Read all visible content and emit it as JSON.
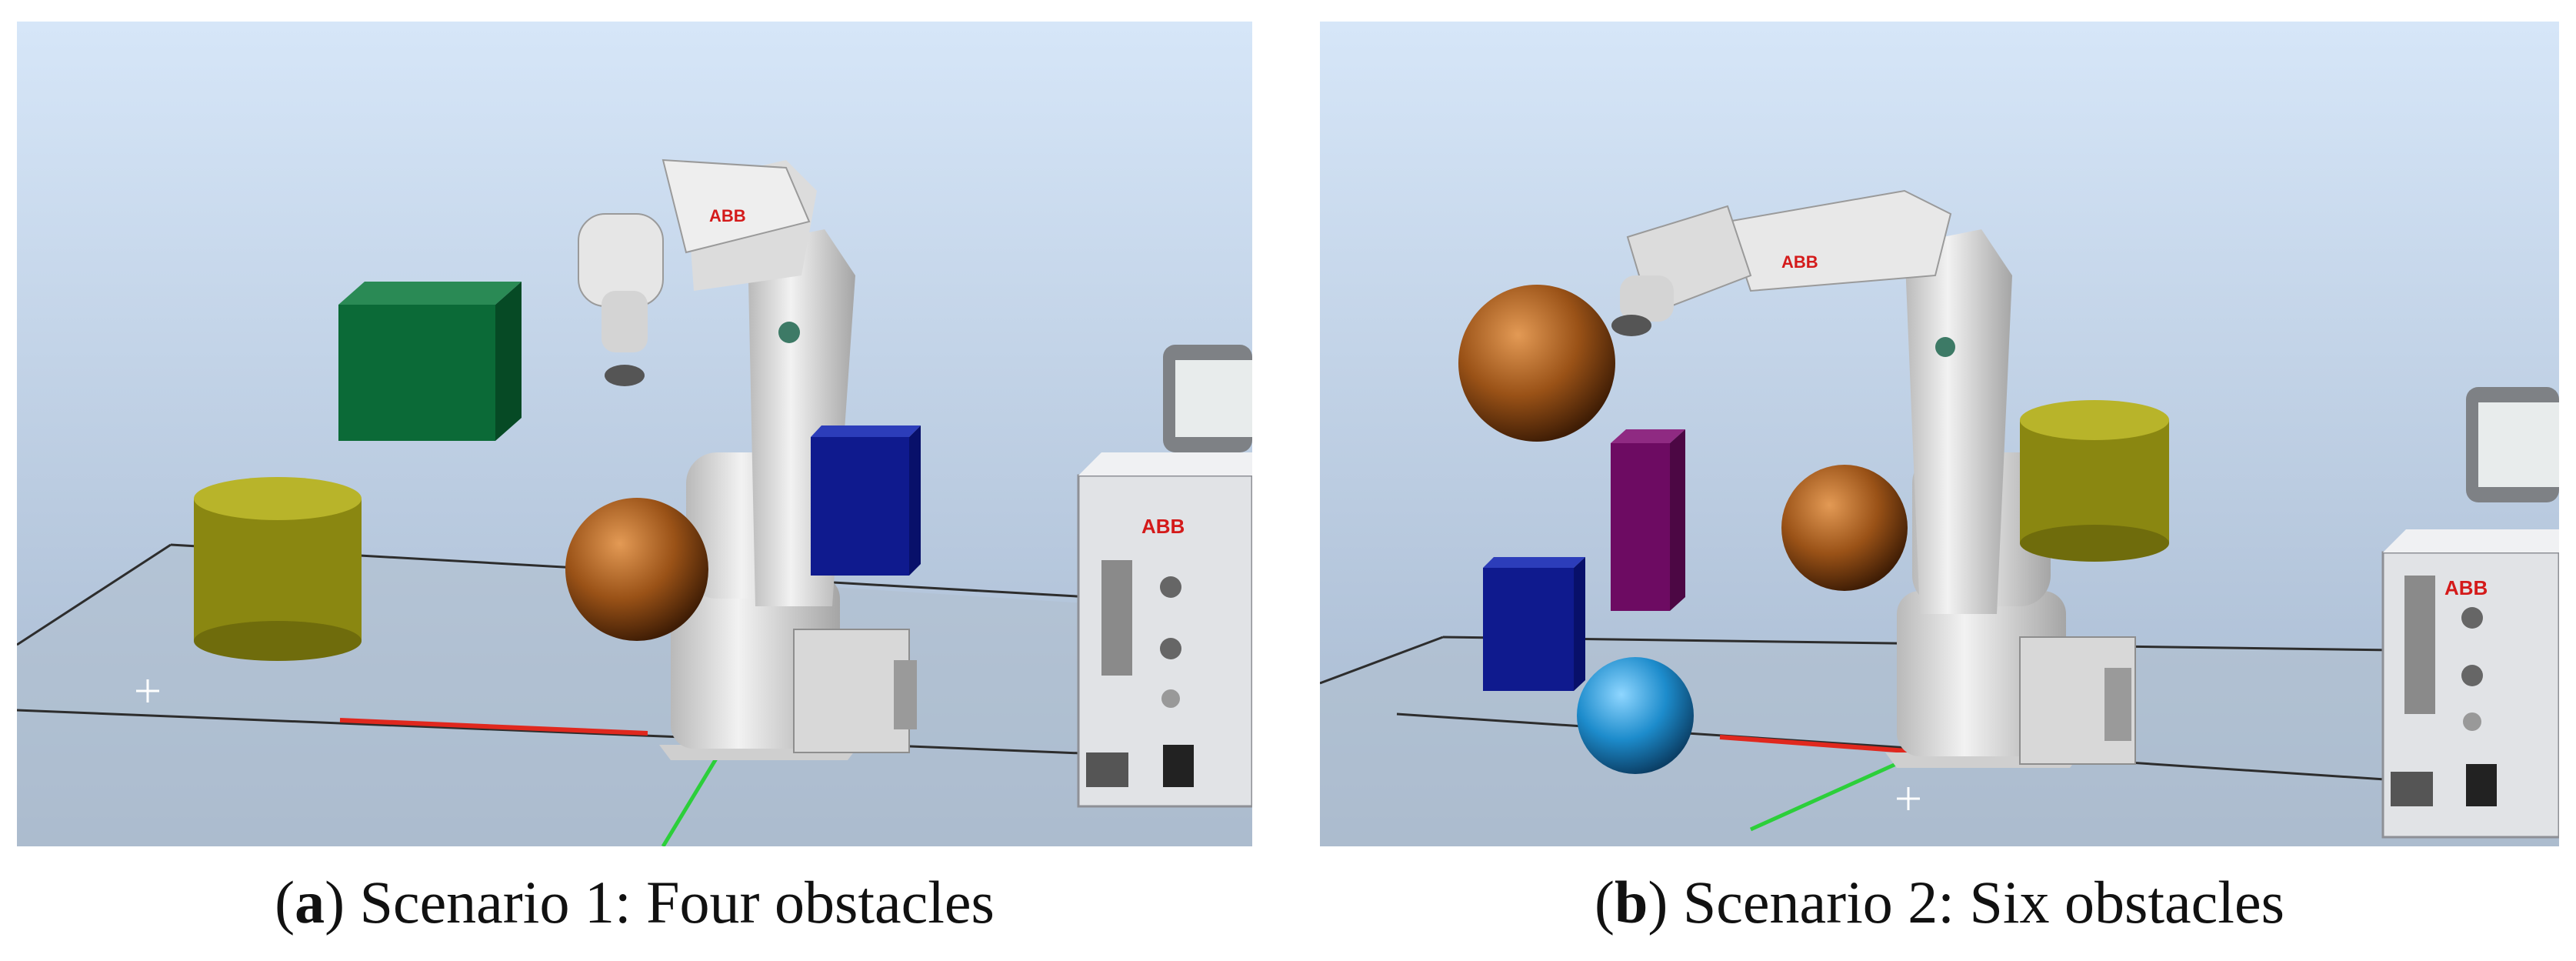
{
  "figure": {
    "panels": [
      {
        "id": "a",
        "caption_letter": "a",
        "caption_text": " Scenario 1: Four obstacles",
        "brand_label": "ABB",
        "obstacles": [
          {
            "shape": "cube",
            "color": "#0e6b3a"
          },
          {
            "shape": "cylinder",
            "color": "#8c8a12"
          },
          {
            "shape": "sphere",
            "color": "#8a4812"
          },
          {
            "shape": "cube",
            "color": "#0f1a8e"
          }
        ]
      },
      {
        "id": "b",
        "caption_letter": "b",
        "caption_text": " Scenario 2: Six obstacles",
        "brand_label": "ABB",
        "obstacles": [
          {
            "shape": "sphere",
            "color": "#8a4812"
          },
          {
            "shape": "box",
            "color": "#6d0b62"
          },
          {
            "shape": "sphere",
            "color": "#8a4812"
          },
          {
            "shape": "cube",
            "color": "#0f1a8e"
          },
          {
            "shape": "sphere",
            "color": "#1e8fc8"
          },
          {
            "shape": "cylinder",
            "color": "#8c8a12"
          }
        ]
      }
    ],
    "colors": {
      "sky_top": "#d5e4f7",
      "sky_bottom": "#a9bbd1",
      "robot": "#e4e4e4",
      "floor_line": "#2d2d2d",
      "x_axis": "#e0281e",
      "y_axis": "#2ccf3a"
    }
  }
}
